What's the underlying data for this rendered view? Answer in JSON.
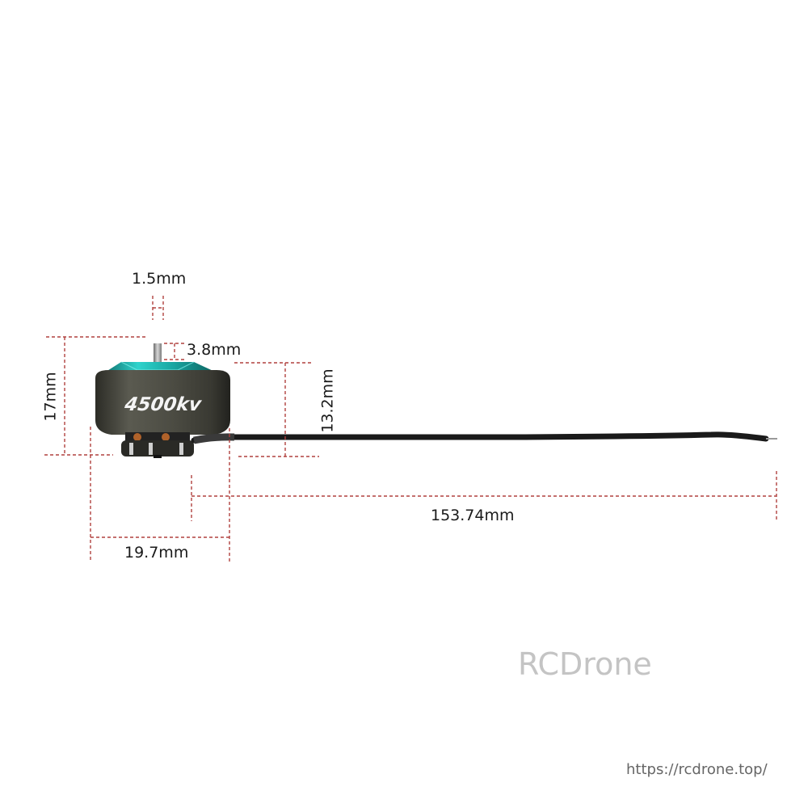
{
  "product": {
    "kv_marking": "4500kv",
    "colors": {
      "bell": "#4a4a40",
      "top_cap": "#1fb5b0",
      "wire": "#1a1a1a",
      "dimension_line": "#b0413e"
    }
  },
  "dimensions": {
    "shaft_diameter": "1.5mm",
    "shaft_height": "3.8mm",
    "total_height": "17mm",
    "bell_height": "13.2mm",
    "base_width": "19.7mm",
    "wire_length": "153.74mm"
  },
  "watermark": {
    "brand": "RCDrone",
    "url": "https://rcdrone.top/"
  }
}
